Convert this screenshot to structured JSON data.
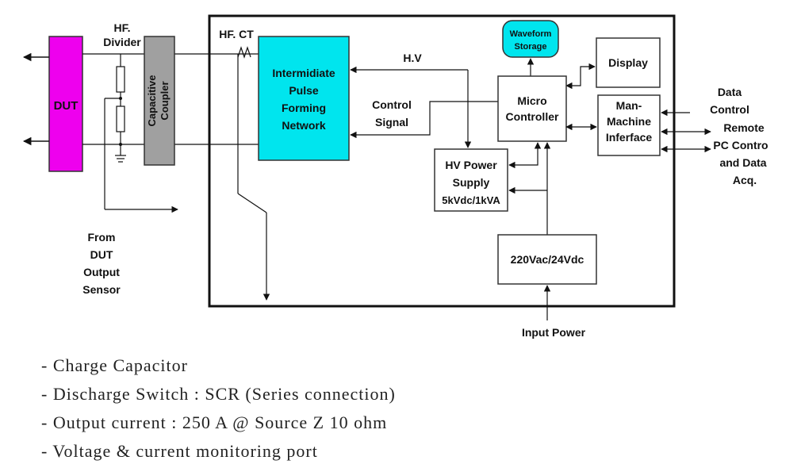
{
  "diagram": {
    "labels": {
      "dut": "DUT",
      "hf_divider_line1": "HF.",
      "hf_divider_line2": "Divider",
      "capacitive_coupler_line1": "Capacitive",
      "capacitive_coupler_line2": "Coupler",
      "hf_ct": "HF. CT",
      "ipfn_line1": "Intermidiate",
      "ipfn_line2": "Pulse",
      "ipfn_line3": "Forming",
      "ipfn_line4": "Network",
      "hv": "H.V",
      "control_signal_line1": "Control",
      "control_signal_line2": "Signal",
      "waveform_storage_line1": "Waveform",
      "waveform_storage_line2": "Storage",
      "display": "Display",
      "micro_controller_line1": "Micro",
      "micro_controller_line2": "Controller",
      "mmi_line1": "Man-",
      "mmi_line2": "Machine",
      "mmi_line3": "Inferface",
      "hv_supply_line1": "HV Power",
      "hv_supply_line2": "Supply",
      "hv_supply_line3": "5kVdc/1kVA",
      "psu": "220Vac/24Vdc",
      "input_power": "Input Power",
      "data_control_line1": "Data",
      "data_control_line2": "Control",
      "remote_line1": "Remote",
      "remote_line2": "PC Contro",
      "remote_line3": "and Data",
      "remote_line4": "Acq.",
      "from_dut_line1": "From",
      "from_dut_line2": "DUT",
      "from_dut_line3": "Output",
      "from_dut_line4": "Sensor"
    },
    "colors": {
      "dut_fill": "#ee00ee",
      "coupler_fill": "#a0a0a0",
      "ipfn_fill": "#00e5ee",
      "waveform_fill": "#00e5ee"
    }
  },
  "bullets": [
    "- Charge Capacitor",
    "- Discharge Switch : SCR (Series connection)",
    "- Output current : 250 A @ Source Z 10 ohm",
    "- Voltage & current monitoring port"
  ]
}
